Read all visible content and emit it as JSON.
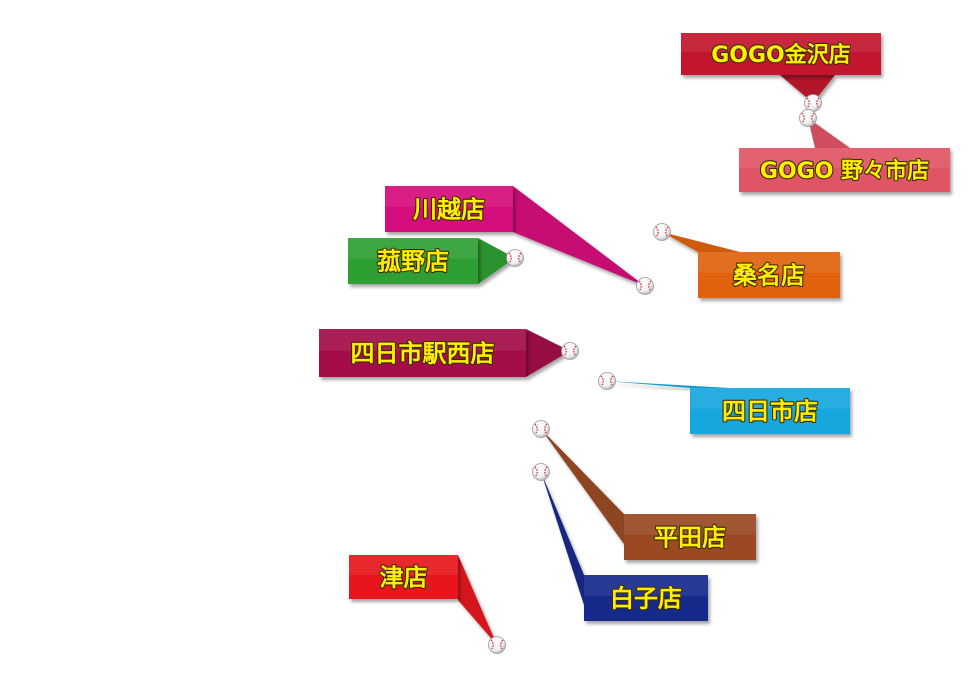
{
  "stores": [
    {
      "id": "gogo-kanazawa",
      "name": "GOGO金沢店",
      "color": "#c2162f"
    },
    {
      "id": "gogo-nonoichi",
      "name": "GOGO 野々市店",
      "color": "#e05566"
    },
    {
      "id": "kawagoe",
      "name": "川越店",
      "color": "#d6117c"
    },
    {
      "id": "komono",
      "name": "菰野店",
      "color": "#2f9f32"
    },
    {
      "id": "kuwana",
      "name": "桑名店",
      "color": "#e0620c"
    },
    {
      "id": "yokkaichi-ekinishi",
      "name": "四日市駅西店",
      "color": "#a4114a"
    },
    {
      "id": "yokkaichi",
      "name": "四日市店",
      "color": "#17a7df"
    },
    {
      "id": "hirata",
      "name": "平田店",
      "color": "#9a4a24"
    },
    {
      "id": "shiroko",
      "name": "白子店",
      "color": "#152b8c"
    },
    {
      "id": "tsu",
      "name": "津店",
      "color": "#e8151d"
    }
  ]
}
